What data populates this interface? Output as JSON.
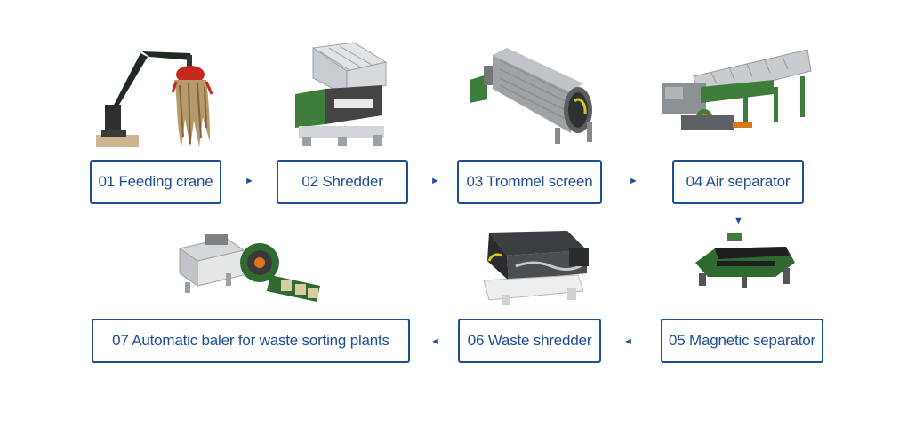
{
  "flow": {
    "accent": "#1f4e96",
    "machine_green": "#3f7d3a",
    "steps": [
      {
        "label": "01 Feeding crane",
        "icon": "feeding-crane-icon"
      },
      {
        "label": "02 Shredder",
        "icon": "shredder-icon"
      },
      {
        "label": "03 Trommel screen",
        "icon": "trommel-screen-icon"
      },
      {
        "label": "04 Air separator",
        "icon": "air-separator-icon"
      },
      {
        "label": "05 Magnetic separator",
        "icon": "magnetic-separator-icon"
      },
      {
        "label": "06 Waste shredder",
        "icon": "waste-shredder-icon"
      },
      {
        "label": "07 Automatic baler for waste sorting plants",
        "icon": "automatic-baler-icon"
      }
    ],
    "arrows": {
      "right": "►",
      "down": "▼",
      "left": "◄"
    }
  }
}
